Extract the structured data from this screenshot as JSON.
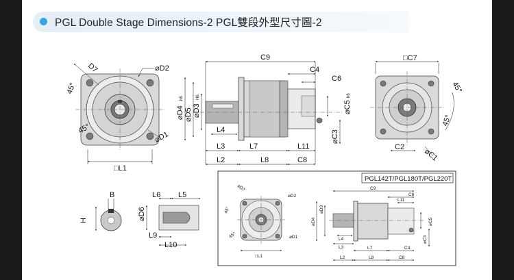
{
  "title": {
    "text": "PGL Double Stage Dimensions-2   PGL雙段外型尺寸圖-2"
  },
  "main_front": {
    "D7": "D7",
    "D2": "⌀D2",
    "D1": "⌀D1",
    "angle_top": "45°",
    "angle_bottom": "45°",
    "L1": "□L1"
  },
  "main_side": {
    "C9": "C9",
    "C4": "C4",
    "C6": "C6",
    "D4": "⌀D4",
    "D4_sub": "h6",
    "D5": "⌀D5",
    "D3": "⌀D3",
    "D3_sub": "H6",
    "C5": "⌀C5",
    "C5_sub": "h6",
    "C3": "⌀C3",
    "L4": "L4",
    "L3": "L3",
    "L7": "L7",
    "L11": "L11",
    "L2": "L2",
    "L8": "L8",
    "C8": "C8"
  },
  "main_rear": {
    "C7": "□C7",
    "angle": "45°",
    "angle2": "45°",
    "C2": "C2",
    "C1": "⌀C1"
  },
  "keyway": {
    "B": "B",
    "H": "H",
    "D6": "⌀D6",
    "L6": "L6",
    "L5": "L5",
    "L9": "L9",
    "L10": "L10"
  },
  "inset": {
    "label": "PGL142T/PGL180T/PGL220T",
    "D7": "⌀D7",
    "D2": "⌀D2",
    "D1": "⌀D1",
    "L1": "□L1",
    "angle": "45°",
    "angle2": "45°",
    "C9": "C9",
    "C6": "C6",
    "L11": "L11",
    "D3": "⌀D3",
    "D4": "⌀D4",
    "C5": "⌀C5",
    "C3": "⌀C3",
    "L4": "L4",
    "L3": "L3",
    "L7": "L7",
    "C4": "C4",
    "L2": "L2",
    "L8": "L8",
    "C8": "C8"
  }
}
